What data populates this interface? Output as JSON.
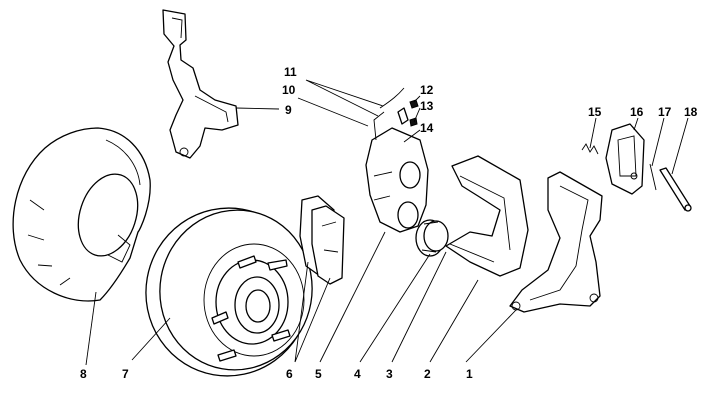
{
  "labels": [
    {
      "id": "l1",
      "text": "1"
    },
    {
      "id": "l2",
      "text": "2"
    },
    {
      "id": "l3",
      "text": "3"
    },
    {
      "id": "l4",
      "text": "4"
    },
    {
      "id": "l5",
      "text": "5"
    },
    {
      "id": "l6",
      "text": "6"
    },
    {
      "id": "l7",
      "text": "7"
    },
    {
      "id": "l8",
      "text": "8"
    },
    {
      "id": "l9",
      "text": "9"
    },
    {
      "id": "l10",
      "text": "10"
    },
    {
      "id": "l11",
      "text": "11"
    },
    {
      "id": "l12",
      "text": "12"
    },
    {
      "id": "l13",
      "text": "13"
    },
    {
      "id": "l14",
      "text": "14"
    },
    {
      "id": "l15",
      "text": "15"
    },
    {
      "id": "l16",
      "text": "16"
    },
    {
      "id": "l17",
      "text": "17"
    },
    {
      "id": "l18",
      "text": "18"
    }
  ]
}
